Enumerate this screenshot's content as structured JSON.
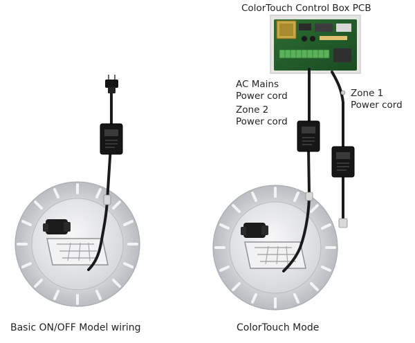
{
  "labels": {
    "control_box": "ColorTouch Control Box PCB",
    "ac_mains_line1": "AC Mains",
    "ac_mains_line2": "Power cord",
    "zone2_line1": "Zone 2",
    "zone2_line2": "Power cord",
    "zone1_line1": "Zone 1",
    "zone1_line2": "Power cord"
  },
  "captions": {
    "left": "Basic ON/OFF Model wiring",
    "right": "ColorTouch Mode"
  },
  "colors": {
    "background": "#ffffff",
    "cable": "#1a1a1a",
    "pcb": "#1f5a2a",
    "transformer_box": "#161616",
    "lamp_ring": "#c9cbce",
    "text": "#222222"
  },
  "icons": {
    "plug": "australian-plug-icon",
    "transformer": "transformer-box-icon",
    "lamp": "pool-light-icon",
    "pcb": "circuit-board-icon"
  }
}
